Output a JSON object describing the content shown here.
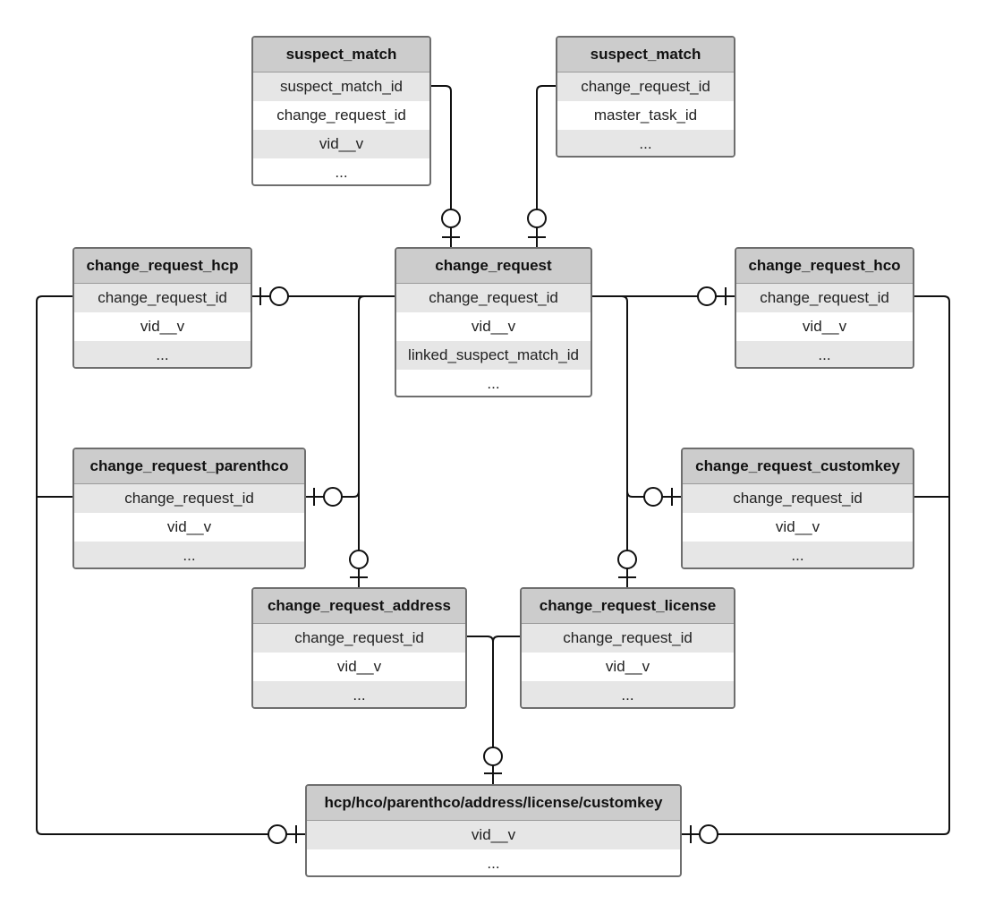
{
  "line_color": "#111111",
  "header_color": "#cccccc",
  "stripe_color": "#e6e6e6",
  "entities": {
    "sm1": {
      "title": "suspect_match",
      "rows": [
        "suspect_match_id",
        "change_request_id",
        "vid__v",
        "..."
      ]
    },
    "sm2": {
      "title": "suspect_match",
      "rows": [
        "change_request_id",
        "master_task_id",
        "..."
      ]
    },
    "cr": {
      "title": "change_request",
      "rows": [
        "change_request_id",
        "vid__v",
        "linked_suspect_match_id",
        "..."
      ]
    },
    "hcp": {
      "title": "change_request_hcp",
      "rows": [
        "change_request_id",
        "vid__v",
        "..."
      ]
    },
    "hco": {
      "title": "change_request_hco",
      "rows": [
        "change_request_id",
        "vid__v",
        "..."
      ]
    },
    "parenthco": {
      "title": "change_request_parenthco",
      "rows": [
        "change_request_id",
        "vid__v",
        "..."
      ]
    },
    "customkey": {
      "title": "change_request_customkey",
      "rows": [
        "change_request_id",
        "vid__v",
        "..."
      ]
    },
    "address": {
      "title": "change_request_address",
      "rows": [
        "change_request_id",
        "vid__v",
        "..."
      ]
    },
    "license": {
      "title": "change_request_license",
      "rows": [
        "change_request_id",
        "vid__v",
        "..."
      ]
    },
    "master": {
      "title": "hcp/hco/parenthco/address/license/customkey",
      "rows": [
        "vid__v",
        "..."
      ]
    }
  }
}
